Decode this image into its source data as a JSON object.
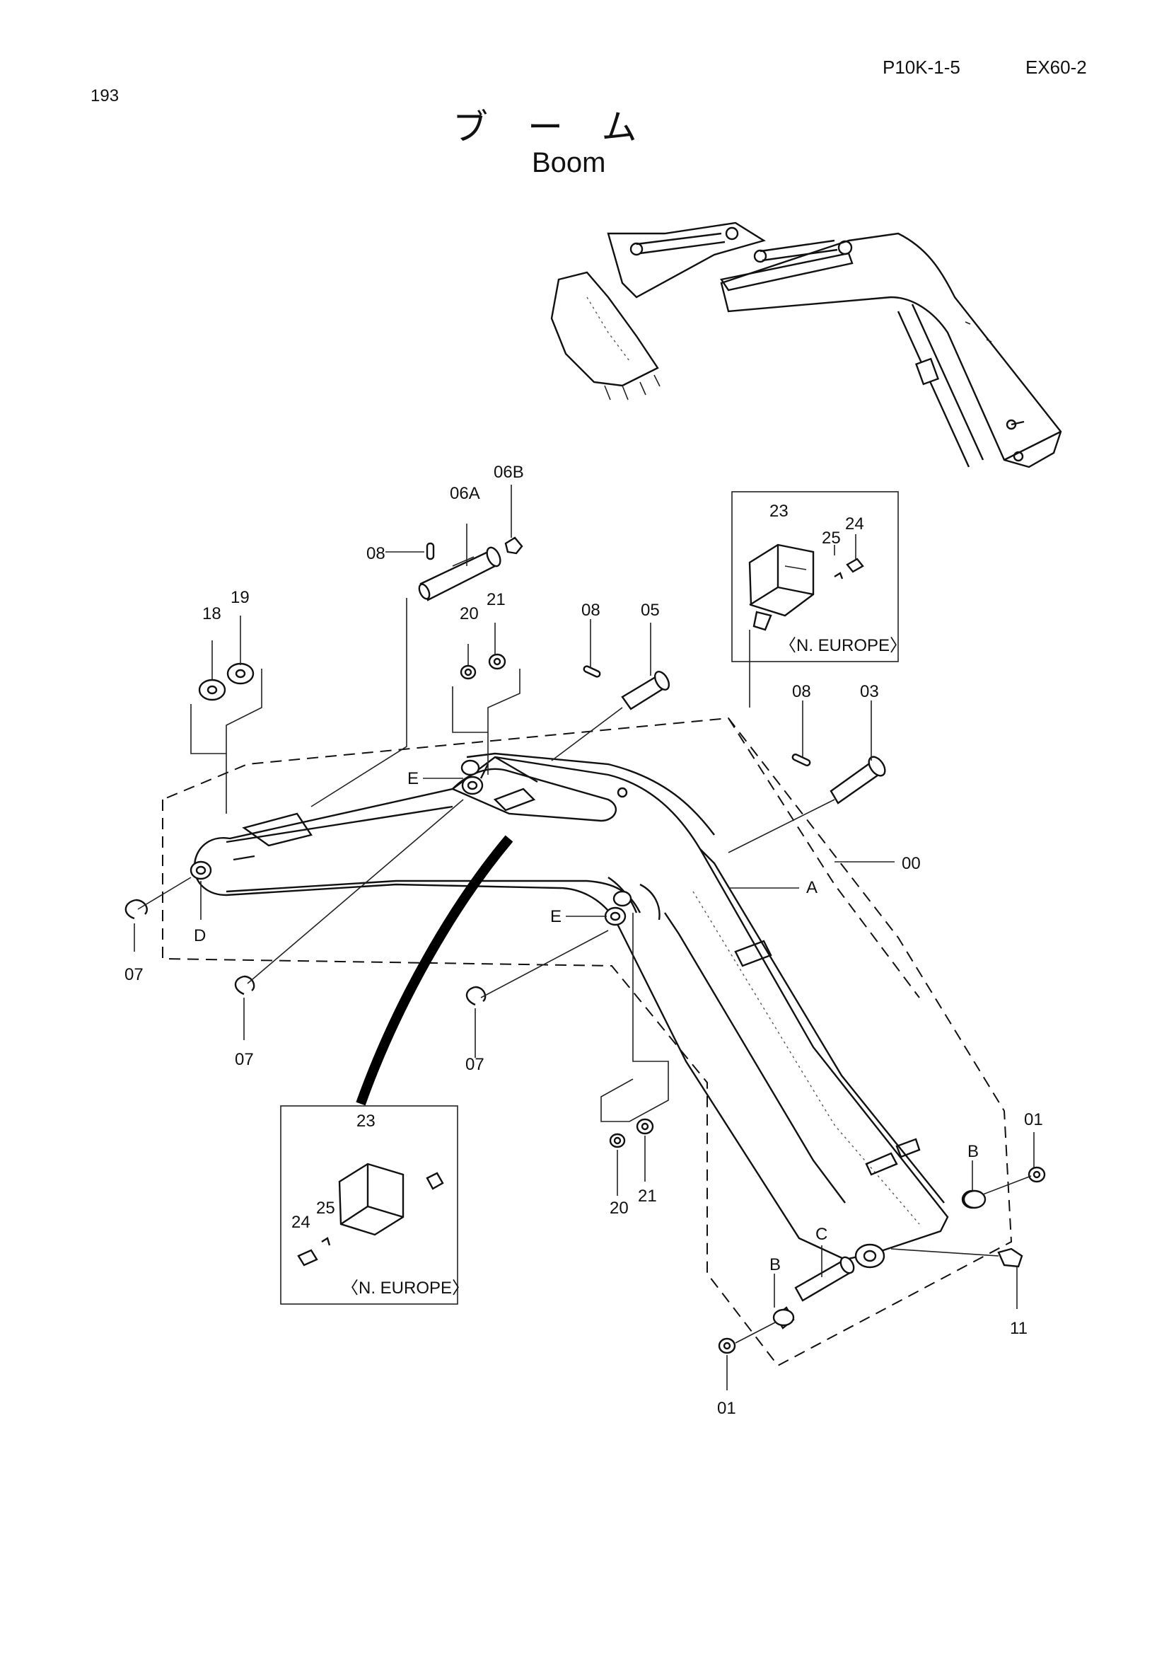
{
  "page": {
    "number": "193",
    "code_left": "P10K-1-5",
    "code_right": "EX60-2",
    "title_jp": "ブーム",
    "title_en": "Boom"
  },
  "callouts": {
    "c00": "00",
    "c01a": "01",
    "c01b": "01",
    "c03": "03",
    "c05": "05",
    "c06a": "06A",
    "c06b": "06B",
    "c07a": "07",
    "c07b": "07",
    "c07c": "07",
    "c08a": "08",
    "c08b": "08",
    "c08c": "08",
    "c11": "11",
    "c18": "18",
    "c19": "19",
    "c20a": "20",
    "c21a": "21",
    "c20b": "20",
    "c21b": "21",
    "c23a": "23",
    "c24a": "24",
    "c25a": "25",
    "c23b": "23",
    "c24b": "24",
    "c25b": "25",
    "cA": "A",
    "cBa": "B",
    "cBb": "B",
    "cC": "C",
    "cD": "D",
    "cEa": "E",
    "cEb": "E"
  },
  "insets": {
    "top_label": "〈N. EUROPE〉",
    "bottom_label": "〈N. EUROPE〉"
  }
}
